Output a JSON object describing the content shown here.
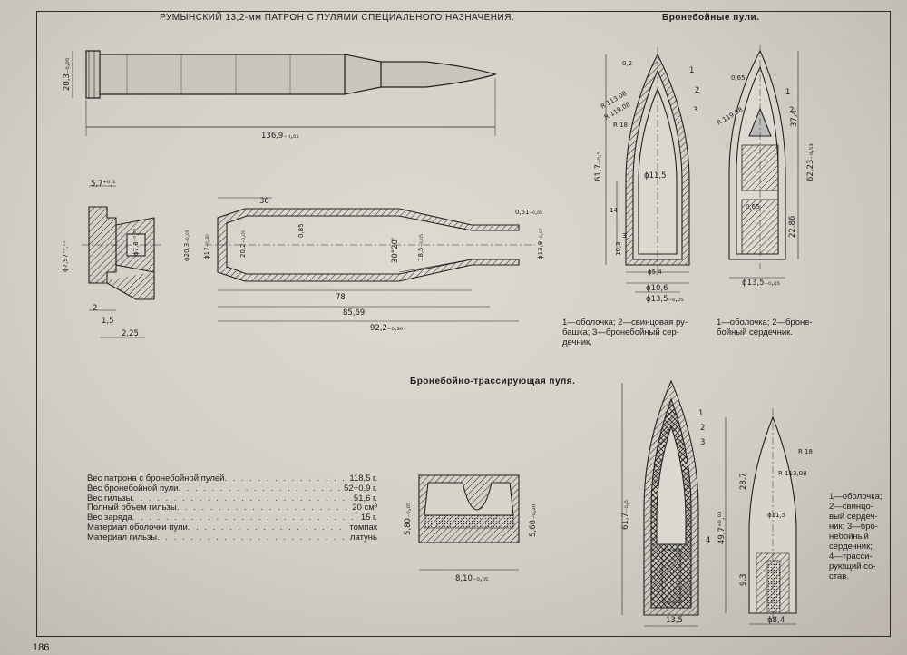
{
  "header": {
    "title": "РУМЫНСКИЙ 13,2-мм ПАТРОН С ПУЛЯМИ СПЕЦИАЛЬНОГО НАЗНАЧЕНИЯ.",
    "ap_section": "Бронебойные пули.",
    "apt_section": "Бронебойно-трассирующая пуля."
  },
  "captions": {
    "bullet1": "1—оболочка; 2—свинцовая ру-\nбашка; 3—бронебойный сер-\nдечник.",
    "bullet2": "1—оболочка;  2—броне-\nбойный сердечник.",
    "tracer": "1—оболочка;\n2—свинцо-\nвый сердеч-\nник; 3—бро-\nнебойный\nсердечник;\n4—трасси-\nрующий со-\nстав."
  },
  "specs": [
    {
      "label": "Вес патрона с бронебойной пулей",
      "value": "118,5 г."
    },
    {
      "label": "Вес бронебойной пули",
      "value": "52+0,9 г."
    },
    {
      "label": "Вес гильзы",
      "value": "51,6 г."
    },
    {
      "label": "Полный объем гильзы",
      "value": "20 см³"
    },
    {
      "label": "Вес заряда",
      "value": "15 г."
    },
    {
      "label": "Материал оболочки пули",
      "value": "томпак"
    },
    {
      "label": "Материал гильзы",
      "value": "латунь"
    }
  ],
  "dimensions": {
    "cart_dia": "20,3₋₀,₀₅",
    "cart_len": "136,9₋₀,₀₅",
    "rim_w": "5,7⁺⁰,¹",
    "d797": "ϕ7,97⁺⁰,⁰⁵",
    "d78": "ϕ7,8⁺⁰,⁰⁵",
    "d2": "2",
    "d15": "1,5",
    "d225": "2,25",
    "l36": "36",
    "d203": "ϕ20,3₋₀,₀₅",
    "d17": "ϕ17₋₀,₂₀",
    "d202": "20,2₋₀,₀₅",
    "w085": "0,85",
    "angle": "30°20'",
    "d185": "18,5₋₀,₀₅",
    "w051": "0,51₋₀,₀₅",
    "d139": "ϕ13,9₋₀,₀₇",
    "l78": "78",
    "l8569": "85,69",
    "l922": "92,2₋₀,₃₀",
    "b_r1": "R 113,08",
    "b_r2": "R 119,08",
    "b_r3": "R 18",
    "b_len": "61,7₋₀,₅",
    "b_d115": "ϕ11,5",
    "b_14": "14",
    "b_103": "10,3",
    "b_d54": "ϕ5,4",
    "b_d106": "ϕ10,6",
    "b_d135": "ϕ13,5₋₀,₀₅",
    "b_n1": "1",
    "b_n2": "2",
    "b_n3": "3",
    "b_02": "0,2",
    "b_3": "3",
    "c_065a": "0,65",
    "c_r": "R 119,08",
    "c_374": "37,4",
    "c_6223": "62,23₋₀,₅₃",
    "c_065b": "0,65",
    "c_2286": "22,86",
    "c_d135": "ϕ13,5₋₀,₀₅",
    "c_n1": "1",
    "c_n2": "2",
    "s_580": "5,80₋₀,₀₅",
    "s_560": "5,60₋₀,₂₀",
    "s_810": "8,10₋₀,₀₅",
    "t_n1": "1",
    "t_n2": "2",
    "t_n3": "3",
    "t_n4": "4",
    "t_len": "61,7₋₀,₅",
    "t_r18": "R 18",
    "t_r113": "R 113,08",
    "t_287": "28,7",
    "t_497": "49,7⁺⁰,⁰³",
    "t_d115": "ϕ11,5",
    "t_93": "9,3",
    "t_135": "13,5",
    "t_d84": "ϕ8,4"
  },
  "page_number": "186"
}
